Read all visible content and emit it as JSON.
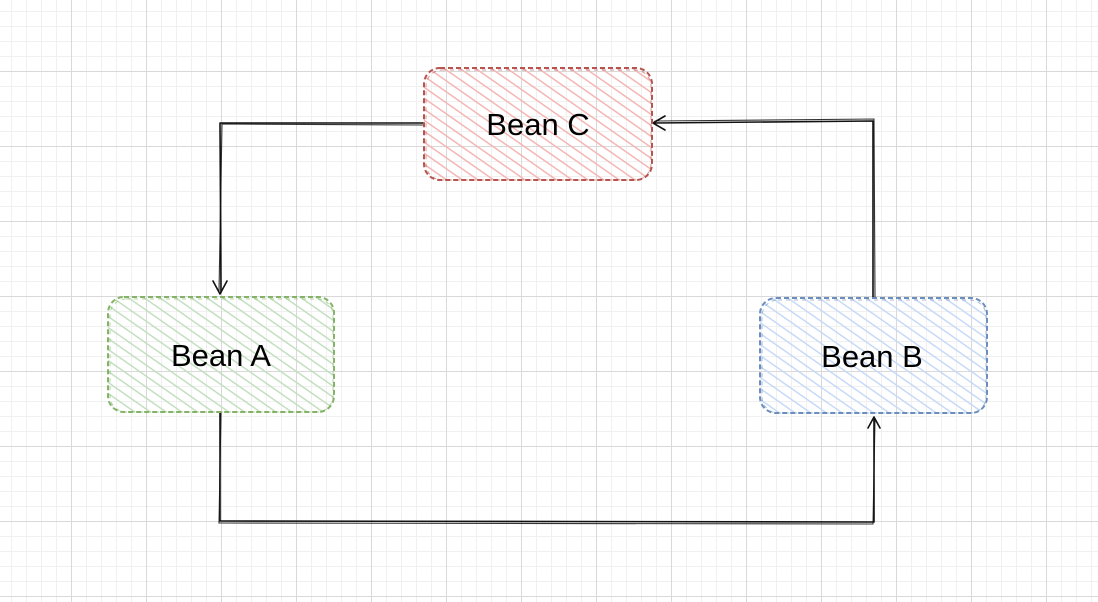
{
  "nodes": {
    "bean_c": {
      "label": "Bean C",
      "fill": "#f8cecc",
      "stroke": "#b85450"
    },
    "bean_a": {
      "label": "Bean A",
      "fill": "#d5e8d4",
      "stroke": "#82b366"
    },
    "bean_b": {
      "label": "Bean B",
      "fill": "#dae8fc",
      "stroke": "#6c8ebf"
    }
  },
  "edges": [
    {
      "from": "Bean C",
      "to": "Bean A"
    },
    {
      "from": "Bean A",
      "to": "Bean B"
    },
    {
      "from": "Bean B",
      "to": "Bean C"
    }
  ],
  "edge_color": "#111111",
  "grid": true
}
